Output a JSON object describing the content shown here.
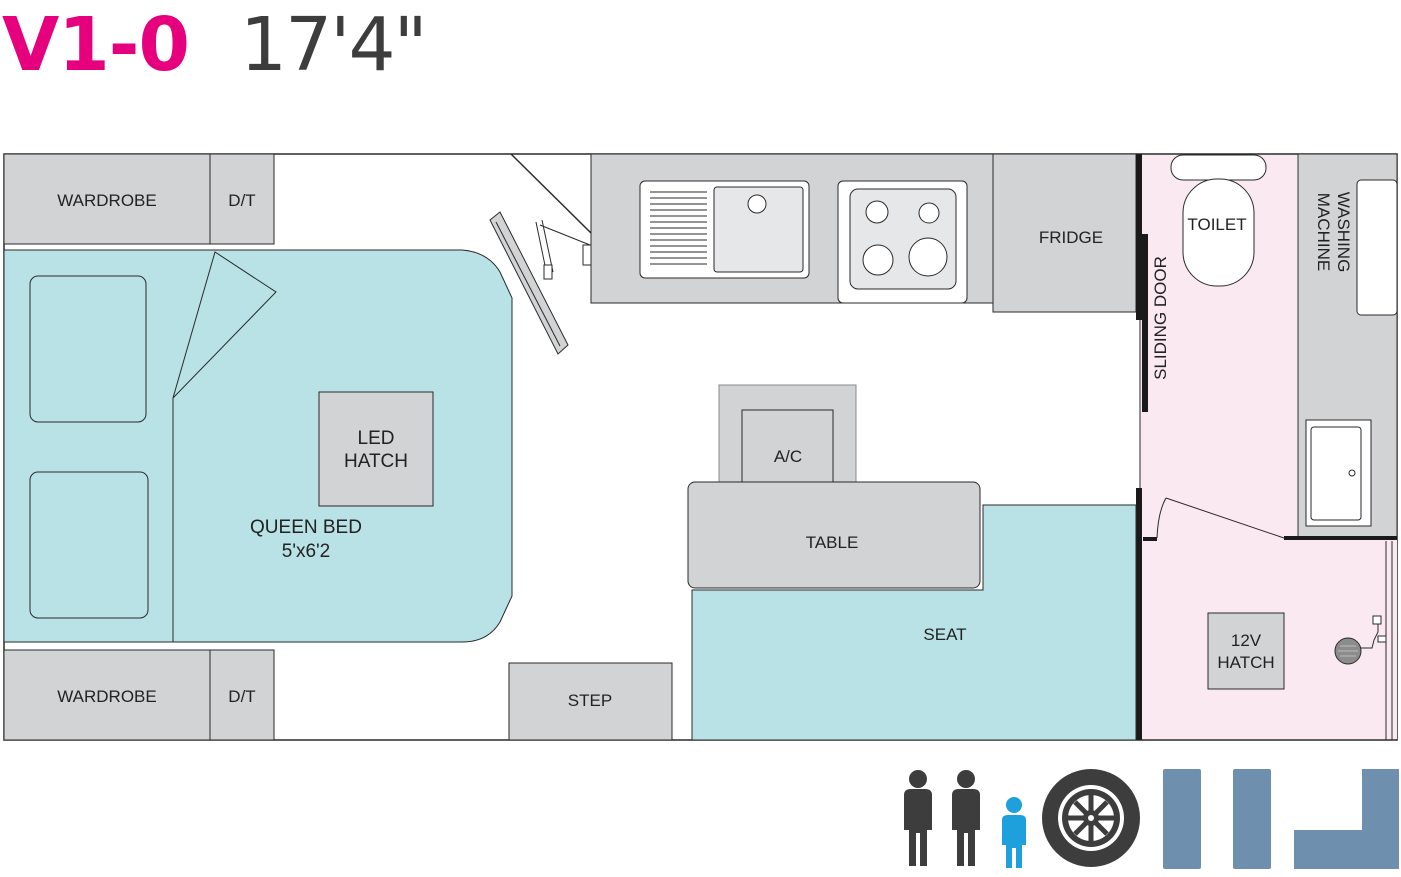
{
  "header": {
    "model": "V1-0",
    "length": "17'4\""
  },
  "rooms": {
    "wardrobe_top": "WARDROBE",
    "dt_top": "D/T",
    "wardrobe_bottom": "WARDROBE",
    "dt_bottom": "D/T",
    "led_hatch_1": "LED",
    "led_hatch_2": "HATCH",
    "queen_bed": "QUEEN BED",
    "queen_bed_size": "5'x6'2",
    "fridge": "FRIDGE",
    "toilet": "TOILET",
    "washing_1": "WASHING",
    "washing_2": "MACHINE",
    "sliding_door": "SLIDING DOOR",
    "ac": "A/C",
    "table": "TABLE",
    "seat": "SEAT",
    "step": "STEP",
    "hatch_12v_1": "12V",
    "hatch_12v_2": "HATCH"
  },
  "colors": {
    "accent": "#e6007e",
    "bed": "#b8e2e6",
    "cabinet": "#d2d3d5",
    "ensuite": "#fbe9f1",
    "person": "#3d3d3d",
    "child": "#1ea0dc",
    "layout_icon": "#6f8fae"
  },
  "legend": {
    "icons": [
      "adult-icon",
      "adult-icon",
      "child-icon",
      "offroad-tyre-icon",
      "single-beds-icon",
      "single-beds-icon",
      "l-lounge-icon"
    ]
  }
}
